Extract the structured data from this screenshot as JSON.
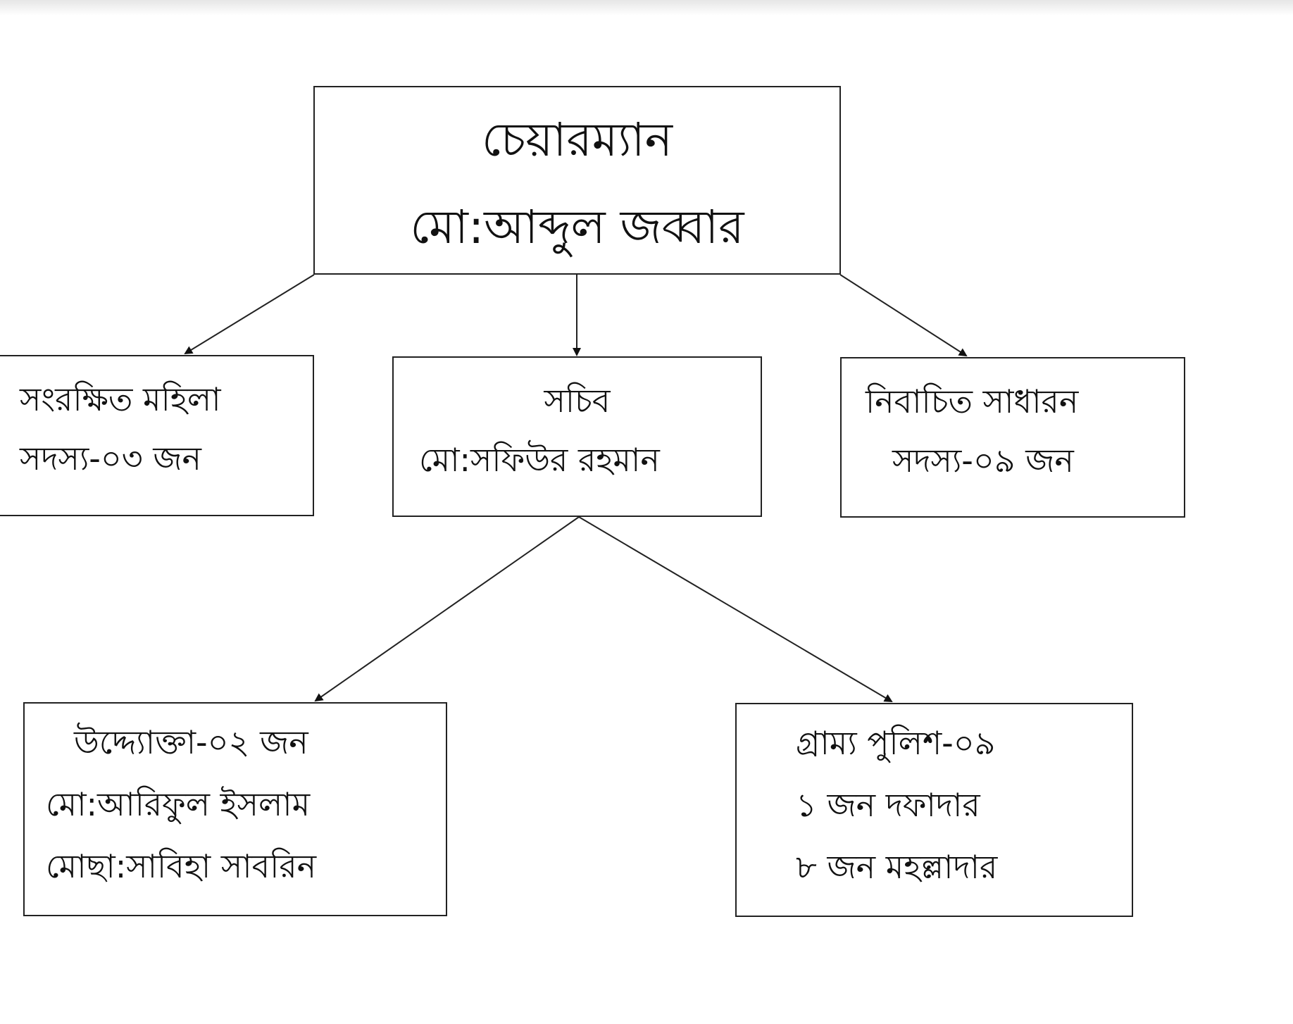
{
  "chairman": {
    "title": "চেয়ারম্যান",
    "name": "মো:আব্দুল জব্বার"
  },
  "reserved_women": {
    "line1": "সংরক্ষিত মহিলা",
    "line2": "সদস্য-০৩ জন"
  },
  "secretary": {
    "title": "সচিব",
    "name": "মো:সফিউর রহমান"
  },
  "general_members": {
    "line1": "নিবাচিত সাধারন",
    "line2": "সদস্য-০৯ জন"
  },
  "entrepreneurs": {
    "line1": "উদ্দ্যোক্তা-০২ জন",
    "line2": "মো:আরিফুল ইসলাম",
    "line3": "মোছা:সাবিহা সাবরিন"
  },
  "village_police": {
    "line1": "গ্রাম্য পুলিশ-০৯",
    "line2": "১ জন দফাদার",
    "line3": "৮ জন মহল্লাদার"
  }
}
